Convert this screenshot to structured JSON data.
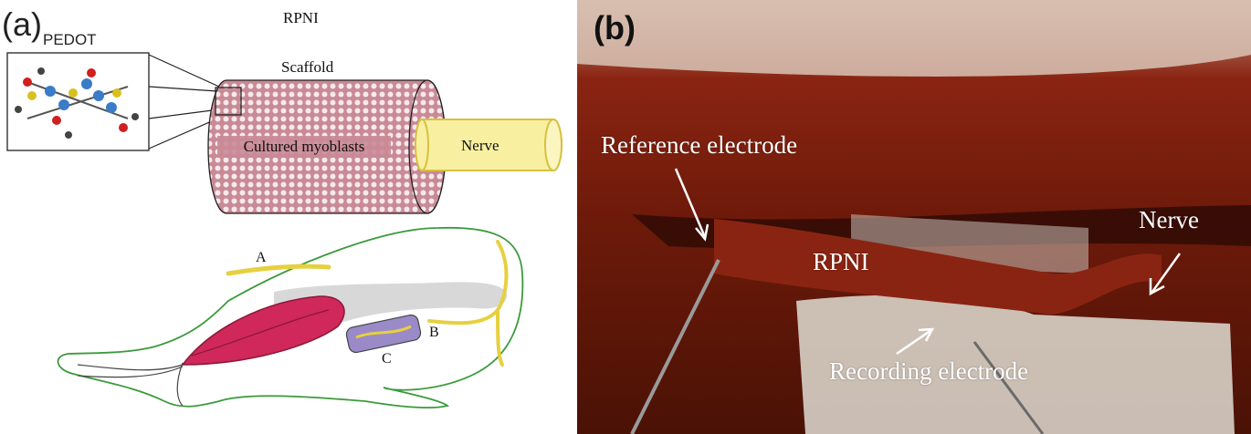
{
  "panel_a": {
    "label": "(a)",
    "pedot_label": "PEDOT",
    "title": "RPNI",
    "scaffold_label": "Scaffold",
    "myoblasts_label": "Cultured myoblasts",
    "nerve_label": "Nerve",
    "marker_a": "A",
    "marker_b": "B",
    "marker_c": "C"
  },
  "panel_b": {
    "label": "(b)",
    "reference_label": "Reference electrode",
    "rpni_label": "RPNI",
    "nerve_label": "Nerve",
    "recording_label": "Recording electrode"
  },
  "colors": {
    "scaffold_pink": "#c98a96",
    "scaffold_red": "#b02030",
    "nerve_yellow": "#f8f0a0",
    "muscle_red": "#d0285a",
    "limb_outline": "#3c9a3c",
    "tissue_red": "#8a2412"
  }
}
